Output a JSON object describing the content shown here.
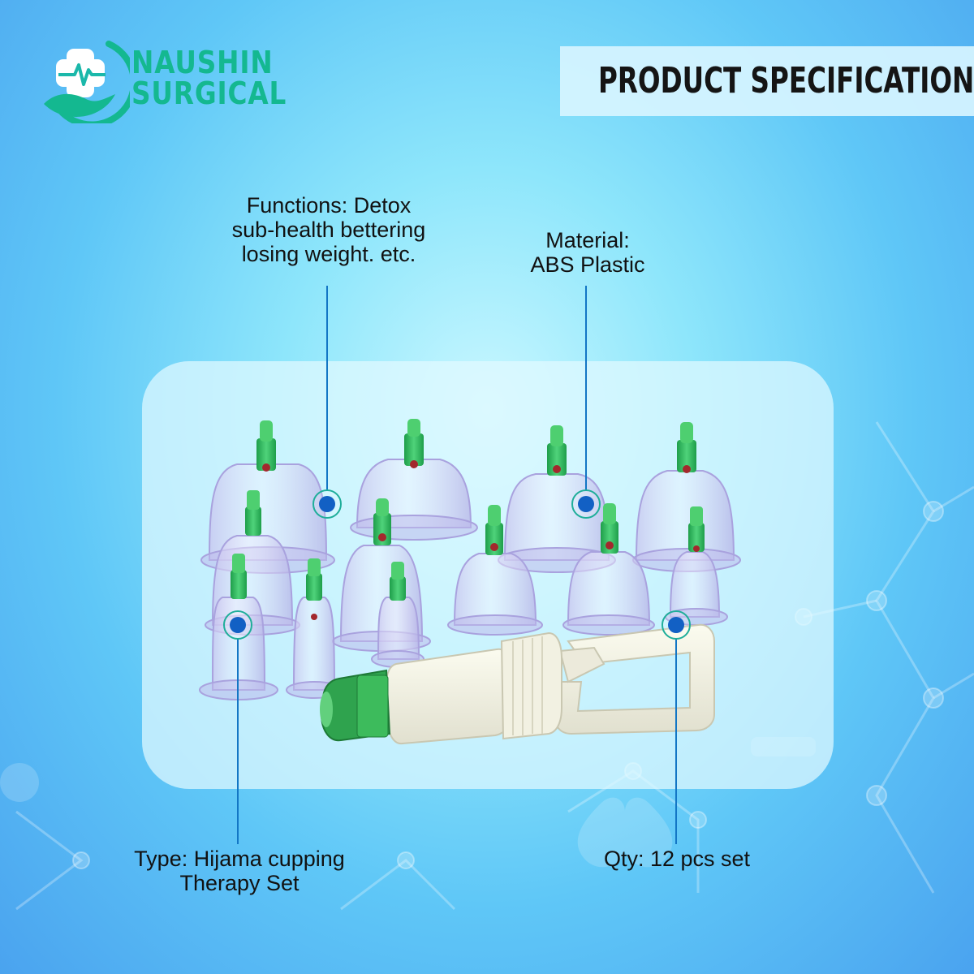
{
  "brand": {
    "name_line1": "NAUSHIN",
    "name_line2": "SURGICAL",
    "logo_icon": "medical-cross-hand-icon",
    "logo_color": "#14b890",
    "accent": "#1260c4"
  },
  "header": {
    "title": "PRODUCT SPECIFICATION:"
  },
  "product": {
    "image": "cupping-set-illustration",
    "icon": "vacuum-pump-gun-icon"
  },
  "callouts": {
    "functions": [
      "Functions: Detox",
      "sub-health bettering",
      "losing weight. etc."
    ],
    "material": [
      "Material:",
      "ABS Plastic"
    ],
    "type": [
      "Type: Hijama cupping",
      "Therapy Set"
    ],
    "qty": [
      "Qty: 12 pcs set"
    ]
  }
}
